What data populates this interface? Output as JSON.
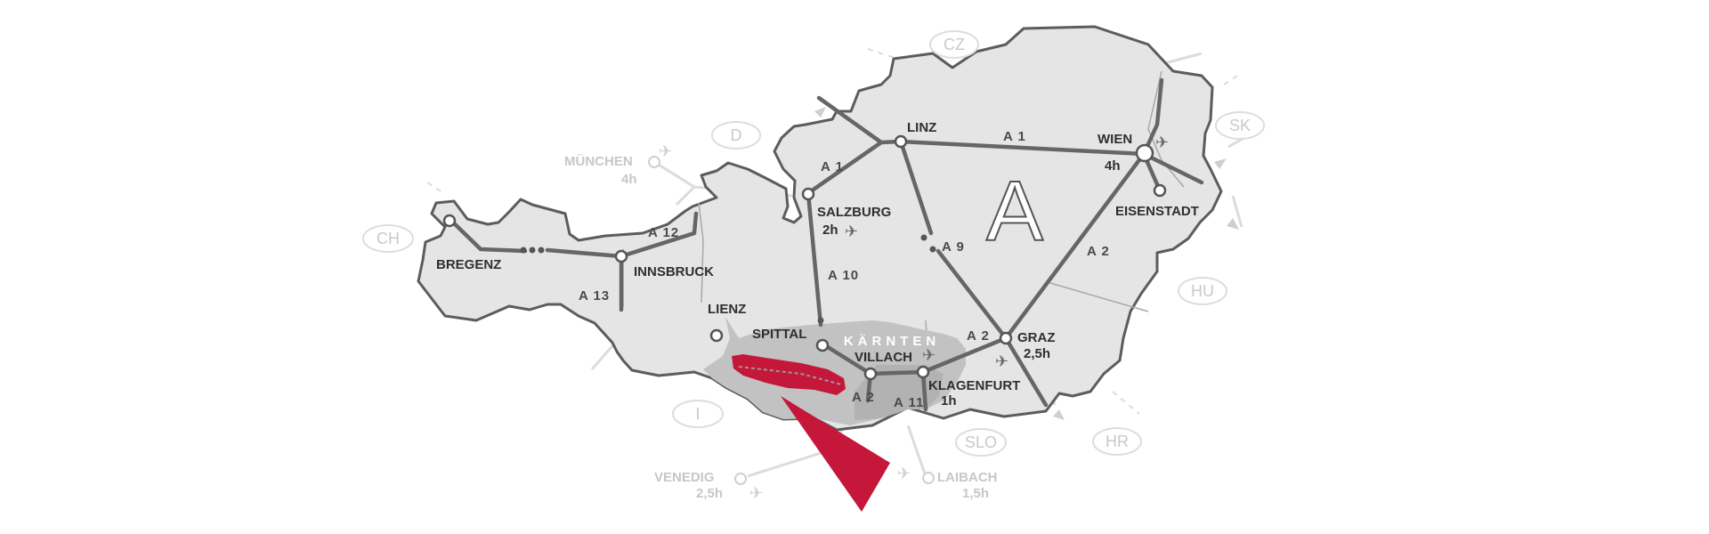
{
  "colors": {
    "land": "#e5e5e5",
    "border": "#5c5c5c",
    "region": "#c2c2c2",
    "region_dark": "#b2b2b2",
    "highlight": "#c4173a",
    "road": "#666666",
    "faint": "#dcdcdc"
  },
  "country_label": "A",
  "region_label": "KÄRNTEN",
  "cities": {
    "bregenz": "BREGENZ",
    "innsbruck": "INNSBRUCK",
    "lienz": "LIENZ",
    "spittal": "SPITTAL",
    "villach": "VILLACH",
    "klagenfurt": "KLAGENFURT",
    "klagenfurt_time": "1h",
    "salzburg": "SALZBURG",
    "salzburg_time": "2h",
    "linz": "LINZ",
    "wien": "WIEN",
    "wien_time": "4h",
    "eisenstadt": "EISENSTADT",
    "graz": "GRAZ",
    "graz_time": "2,5h"
  },
  "roads": {
    "a1_west": "A 1",
    "a1_east": "A 1",
    "a12": "A 12",
    "a13": "A 13",
    "a10": "A 10",
    "a9": "A 9",
    "a2_east": "A 2",
    "a2_south": "A 2",
    "a2_villach": "A 2",
    "a11": "A 11"
  },
  "neighbors": {
    "ch": "CH",
    "d": "D",
    "cz": "CZ",
    "sk": "SK",
    "hu": "HU",
    "slo": "SLO",
    "hr": "HR",
    "i": "I"
  },
  "external_cities": {
    "muenchen": "MÜNCHEN",
    "muenchen_time": "4h",
    "venedig": "VENEDIG",
    "venedig_time": "2,5h",
    "laibach": "LAIBACH",
    "laibach_time": "1,5h"
  }
}
